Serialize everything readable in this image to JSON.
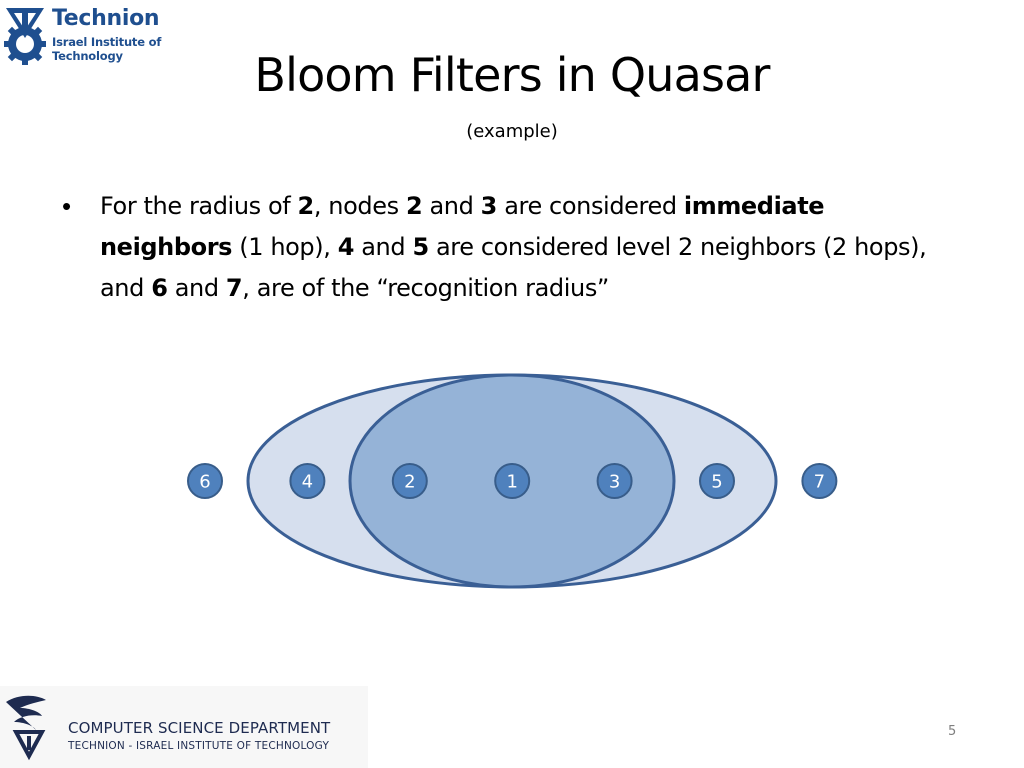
{
  "header": {
    "logo_name": "Technion",
    "logo_line1": "Israel Institute of",
    "logo_line2": "Technology"
  },
  "title": "Bloom Filters in Quasar",
  "subtitle": "(example)",
  "bullet": {
    "parts": [
      {
        "text": "For the radius of ",
        "bold": false
      },
      {
        "text": "2",
        "bold": true
      },
      {
        "text": ", nodes ",
        "bold": false
      },
      {
        "text": "2",
        "bold": true
      },
      {
        "text": " and ",
        "bold": false
      },
      {
        "text": "3",
        "bold": true
      },
      {
        "text": " are considered ",
        "bold": false
      },
      {
        "text": "immediate neighbors",
        "bold": true
      },
      {
        "text": " (1 hop), ",
        "bold": false
      },
      {
        "text": "4",
        "bold": true
      },
      {
        "text": " and ",
        "bold": false
      },
      {
        "text": "5",
        "bold": true
      },
      {
        "text": " are considered level 2 neighbors (2 hops), and ",
        "bold": false
      },
      {
        "text": "6",
        "bold": true
      },
      {
        "text": " and ",
        "bold": false
      },
      {
        "text": "7",
        "bold": true
      },
      {
        "text": ", are of the “recognition radius”",
        "bold": false
      }
    ]
  },
  "diagram": {
    "nodes": [
      "6",
      "4",
      "2",
      "1",
      "3",
      "5",
      "7"
    ],
    "colors": {
      "outer_ellipse_fill": "#d6dfee",
      "inner_ellipse_fill": "#95b3d7",
      "ellipse_stroke": "#3a5f95",
      "node_fill": "#4f81bd",
      "node_stroke": "#385d8a"
    }
  },
  "footer": {
    "dept_line1": "COMPUTER SCIENCE DEPARTMENT",
    "dept_line2": "TECHNION - ISRAEL INSTITUTE OF TECHNOLOGY",
    "page_number": "5"
  }
}
